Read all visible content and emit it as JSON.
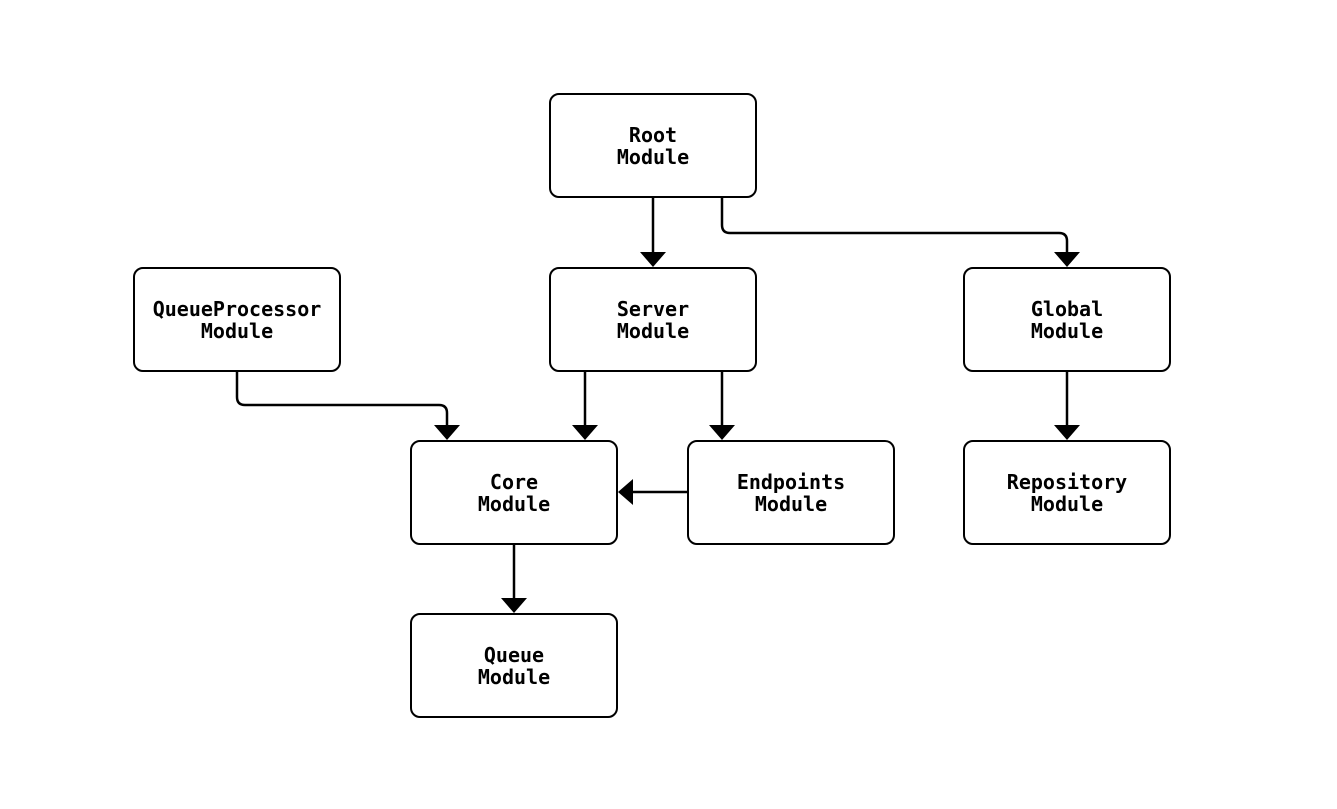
{
  "diagram": {
    "type": "flowchart",
    "colors": {
      "background": "#ffffff",
      "node_fill": "#ffffff",
      "node_border": "#000000",
      "edge_stroke": "#000000",
      "text": "#000000"
    },
    "nodes": {
      "root": {
        "line1": "Root",
        "line2": "Module"
      },
      "queueprocessor": {
        "line1": "QueueProcessor",
        "line2": "Module"
      },
      "server": {
        "line1": "Server",
        "line2": "Module"
      },
      "global": {
        "line1": "Global",
        "line2": "Module"
      },
      "core": {
        "line1": "Core",
        "line2": "Module"
      },
      "endpoints": {
        "line1": "Endpoints",
        "line2": "Module"
      },
      "repository": {
        "line1": "Repository",
        "line2": "Module"
      },
      "queue": {
        "line1": "Queue",
        "line2": "Module"
      }
    },
    "edges": [
      {
        "from": "Root Module",
        "to": "Server Module"
      },
      {
        "from": "Root Module",
        "to": "Global Module"
      },
      {
        "from": "QueueProcessor Module",
        "to": "Core Module"
      },
      {
        "from": "Server Module",
        "to": "Core Module"
      },
      {
        "from": "Server Module",
        "to": "Endpoints Module"
      },
      {
        "from": "Endpoints Module",
        "to": "Core Module"
      },
      {
        "from": "Global Module",
        "to": "Repository Module"
      },
      {
        "from": "Core Module",
        "to": "Queue Module"
      }
    ]
  }
}
